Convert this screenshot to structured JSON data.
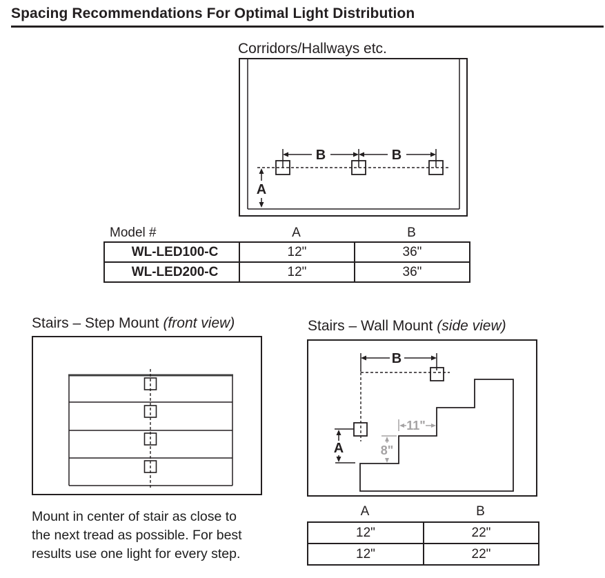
{
  "header": {
    "title": "Spacing Recommendations For Optimal Light Distribution"
  },
  "corridor": {
    "heading": "Corridors/Hallways etc.",
    "dim_a_label": "A",
    "dim_b_label": "B"
  },
  "corridor_table": {
    "col_headers": [
      "Model #",
      "A",
      "B"
    ],
    "rows": [
      {
        "model": "WL-LED100-C",
        "a": "12\"",
        "b": "36\""
      },
      {
        "model": "WL-LED200-C",
        "a": "12\"",
        "b": "36\""
      }
    ]
  },
  "step_mount": {
    "heading": "Stairs – Step Mount",
    "heading_note": "(front view)",
    "note_lines": [
      "Mount in center of stair as close to",
      "the next tread as possible. For best",
      "results use one light for every step."
    ]
  },
  "wall_mount": {
    "heading": "Stairs – Wall Mount",
    "heading_note": "(side view)",
    "dim_a_label": "A",
    "dim_b_label": "B",
    "tread_depth_label": "11\"",
    "riser_height_label": "8\""
  },
  "wall_mount_table": {
    "col_headers": [
      "A",
      "B"
    ],
    "rows": [
      [
        "12\"",
        "22\""
      ],
      [
        "12\"",
        "22\""
      ]
    ]
  },
  "colors": {
    "ink": "#231f20",
    "dim_gray": "#a5a3a4"
  }
}
